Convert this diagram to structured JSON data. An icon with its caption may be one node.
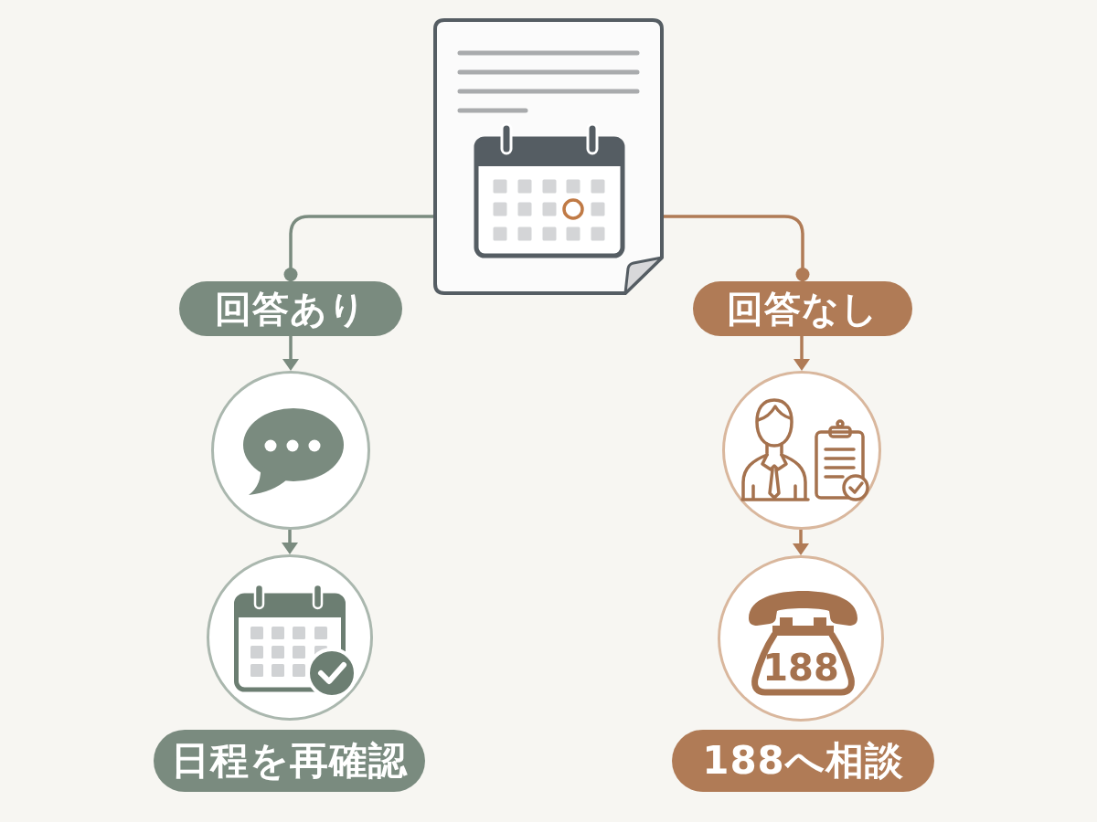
{
  "diagram": {
    "nodes": [
      {
        "text": [],
        "shape": "picture"
      },
      {
        "text": [
          "回答あり"
        ]
      },
      {
        "text": [
          "回答なし"
        ]
      },
      {
        "text": [],
        "shape": "circle"
      },
      {
        "text": [],
        "shape": "circle"
      },
      {
        "text": [],
        "shape": "circle"
      },
      {
        "text": [
          "188"
        ]
      },
      {
        "text": [
          "日程を再確認"
        ]
      },
      {
        "text": [
          "188へ相談"
        ]
      }
    ],
    "edges": [
      {
        "from": 0,
        "to": 1,
        "arrow": "other",
        "color": "#7a8b7f"
      },
      {
        "from": 0,
        "to": 2,
        "arrow": "other",
        "color": "#b07b56"
      },
      {
        "from": 1,
        "to": 3,
        "arrow": "to",
        "color": "#7a8b7f"
      },
      {
        "from": 3,
        "to": 5,
        "arrow": "to",
        "color": "#7a8b7f"
      },
      {
        "from": 2,
        "to": 4,
        "arrow": "to",
        "color": "#b07b56"
      },
      {
        "from": 4,
        "to": 6,
        "arrow": "to",
        "color": "#b07b56"
      }
    ]
  }
}
